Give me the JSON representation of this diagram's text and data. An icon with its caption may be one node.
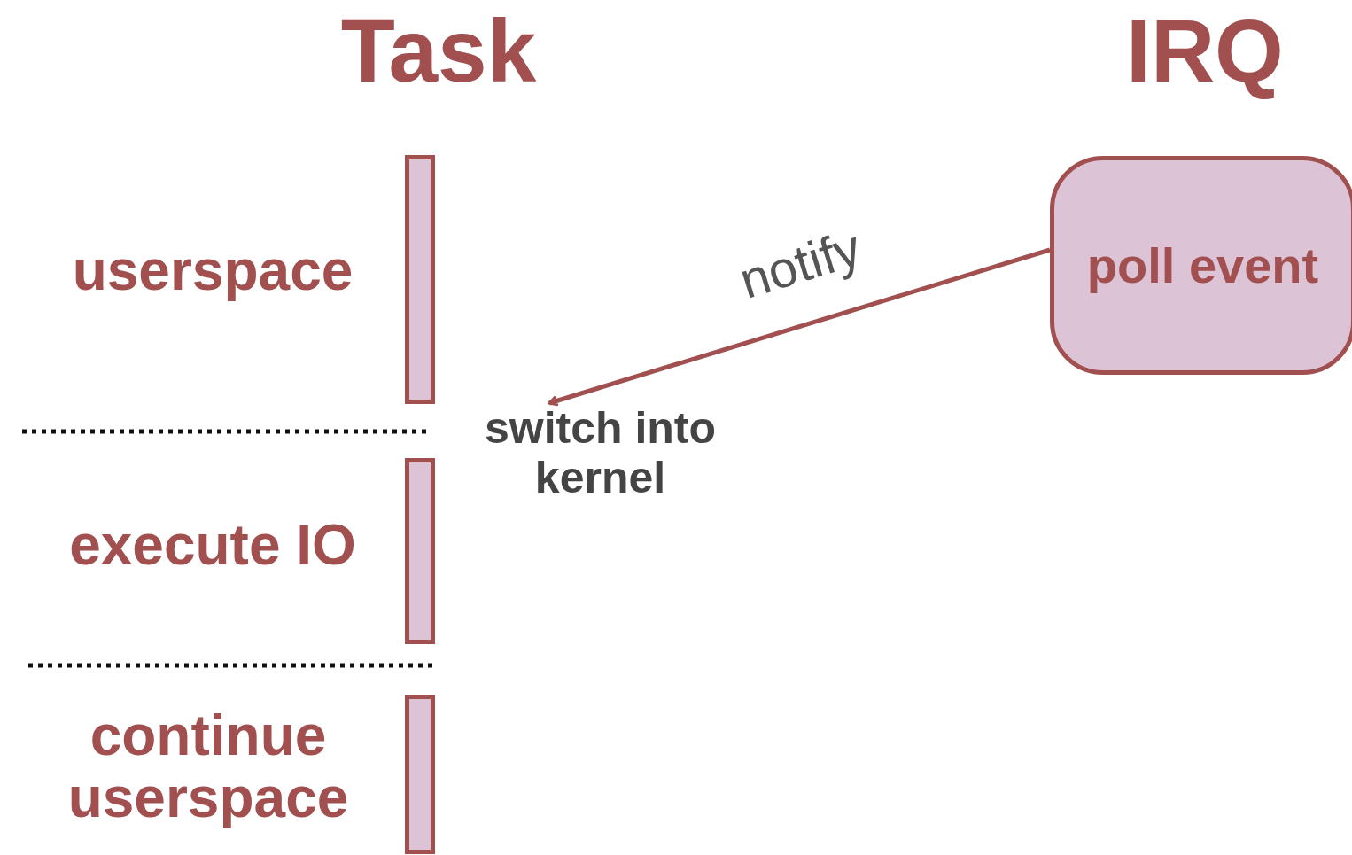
{
  "diagram": {
    "nodes": [
      {
        "text": [],
        "shape": "bar",
        "beside": [
          "userspace"
        ]
      },
      {
        "text": [
          "poll event"
        ]
      },
      {
        "text": [
          "switch into kernel"
        ]
      },
      {
        "text": [],
        "shape": "bar",
        "beside": [
          "execute IO"
        ]
      },
      {
        "text": [],
        "shape": "bar",
        "beside": [
          "continue userspace"
        ]
      }
    ],
    "edges": [
      {
        "from": 1,
        "to": 2,
        "arrow": "to",
        "label": "notify"
      }
    ],
    "labels": [
      "Task",
      "IRQ"
    ]
  }
}
